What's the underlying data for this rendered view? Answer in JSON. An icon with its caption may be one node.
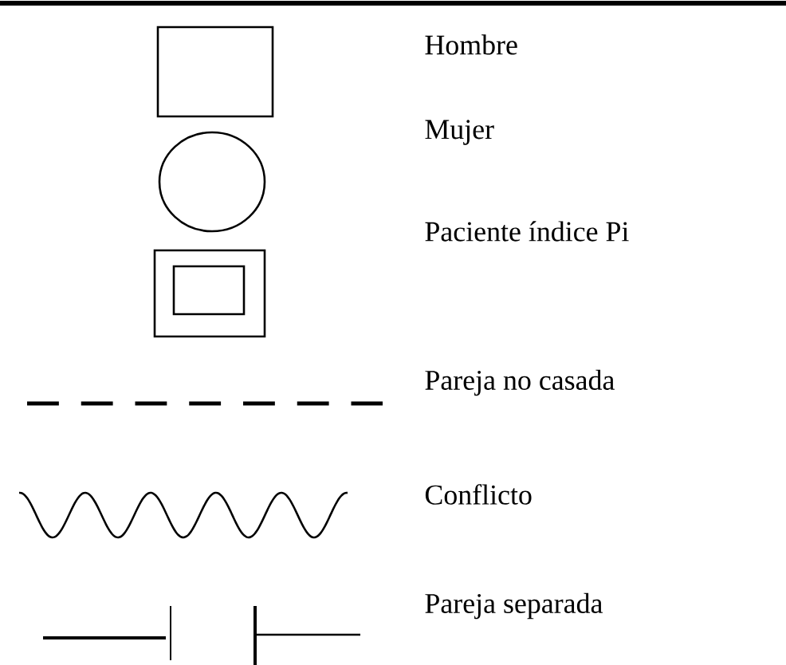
{
  "diagram": {
    "legend": [
      {
        "text": "Hombre"
      },
      {
        "text": "Mujer"
      },
      {
        "text": "Paciente índice Pi"
      },
      {
        "text": "Pareja no casada"
      },
      {
        "text": "Conflicto"
      },
      {
        "text": "Pareja separada"
      }
    ]
  }
}
